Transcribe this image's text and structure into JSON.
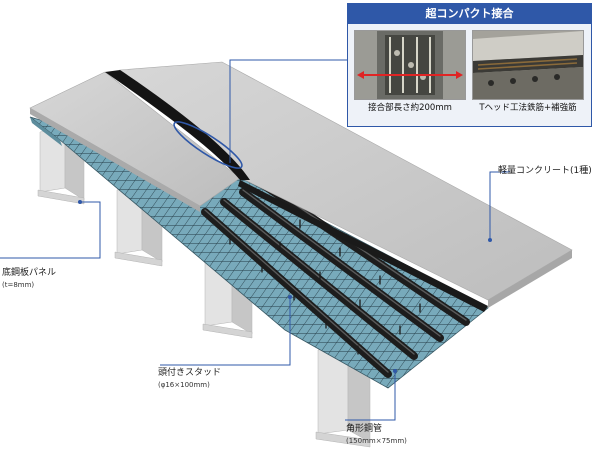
{
  "inset": {
    "title": "超コンパクト接合",
    "caption_left": "接合部長さ約200mm",
    "caption_right": "Tヘッド工法鉄筋+補強筋"
  },
  "labels": {
    "concrete": "軽量コンクリート(1種)",
    "bottom_plate": "底鋼板パネル",
    "bottom_plate_spec": "(t=8mm)",
    "stud": "頭付きスタッド",
    "stud_spec": "(φ16×100mm)",
    "tube": "角形鋼管",
    "tube_spec": "(150mm×75mm)"
  },
  "colors": {
    "concrete": "#cacaca",
    "plate": "#78aabb",
    "tube": "#222222",
    "accent": "#2f58a8"
  }
}
